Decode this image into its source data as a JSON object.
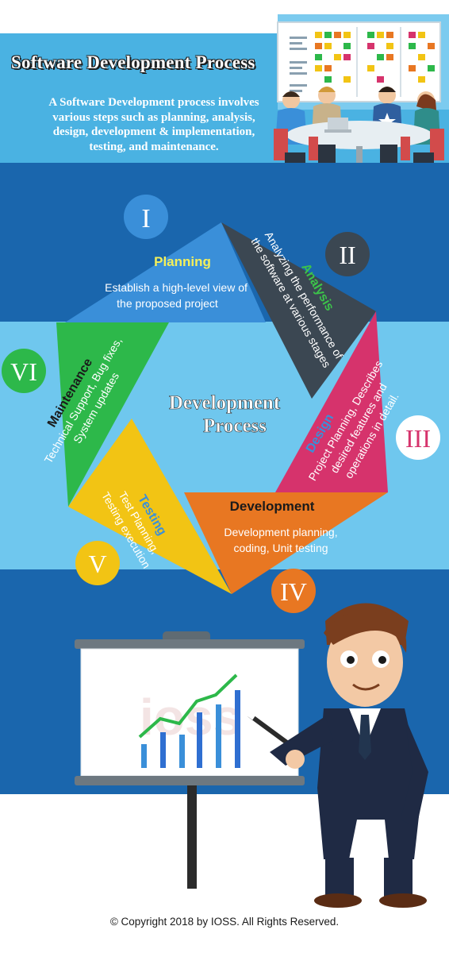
{
  "header": {
    "title": "Software Development Process",
    "intro": "A Software Development process involves various steps such as planning, analysis, design, development & implementation, testing, and maintenance."
  },
  "center": {
    "line1": "Development",
    "line2": "Process"
  },
  "stages": [
    {
      "numeral": "I",
      "name": "Planning",
      "description": "Establish a high-level view of the proposed project",
      "color": "#3a8fd9"
    },
    {
      "numeral": "II",
      "name": "Analysis",
      "description": "Analyzing the performance of the software at various stages",
      "color": "#3b4752"
    },
    {
      "numeral": "III",
      "name": "Design",
      "description": "Project Planning, Describes desired features and operations in detail.",
      "color": "#d6336c"
    },
    {
      "numeral": "IV",
      "name": "Development",
      "description": "Development planning, coding, Unit testing",
      "color": "#e87722"
    },
    {
      "numeral": "V",
      "name": "Testing",
      "description": "Test Planning, Testing execution",
      "color": "#f2c414"
    },
    {
      "numeral": "VI",
      "name": "Maintenance",
      "description": "Technical Support, Bug fixes, System updates",
      "color": "#2db84a"
    }
  ],
  "watermark": "ioss",
  "footer": {
    "copyright": "© Copyright 2018 by IOSS. All Rights Reserved."
  },
  "colors": {
    "header_blue": "#4ab2e2",
    "mid_dark_blue": "#1a66ad",
    "mid_light_blue": "#6fc7ee",
    "planning_label": "#f4f05a",
    "analysis_label": "#3cc34a",
    "design_label": "#3a8fd9",
    "development_label": "#1a1a1a",
    "testing_label": "#3a8fd9",
    "maintenance_label": "#1a1a1a"
  },
  "icons": [
    "team-meeting-illustration",
    "presenter-illustration",
    "bar-chart-board-icon"
  ]
}
